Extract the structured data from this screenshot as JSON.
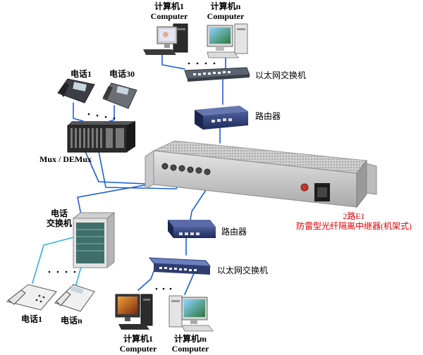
{
  "top_pc1": {
    "name": "计算机1",
    "en": "Computer"
  },
  "top_pcn": {
    "name": "计算机n",
    "en": "Computer"
  },
  "top_switch_label": "以太网交换机",
  "top_router_label": "路由器",
  "phone1_label": "电话1",
  "phone30_label": "电话30",
  "mux_label": "Mux / DEMux",
  "pbx_label_1": "电话",
  "pbx_label_2": "交换机",
  "device_label_1": "2路E1",
  "device_label_2": "防雷型光纤隔离中继器(机架式)",
  "bottom_router_label": "路由器",
  "bottom_switch_label": "以太网交换机",
  "bottom_phone1_label": "电话1",
  "bottom_phonen_label": "电话n",
  "bottom_pc1": {
    "name": "计算机1",
    "en": "Computer"
  },
  "bottom_pcm": {
    "name": "计算机m",
    "en": "Computer"
  },
  "dots": "· · · ·",
  "colors": {
    "cable_blue": "#1a5fd6",
    "cable_light": "#30b0e8",
    "label_red": "#e00000"
  }
}
